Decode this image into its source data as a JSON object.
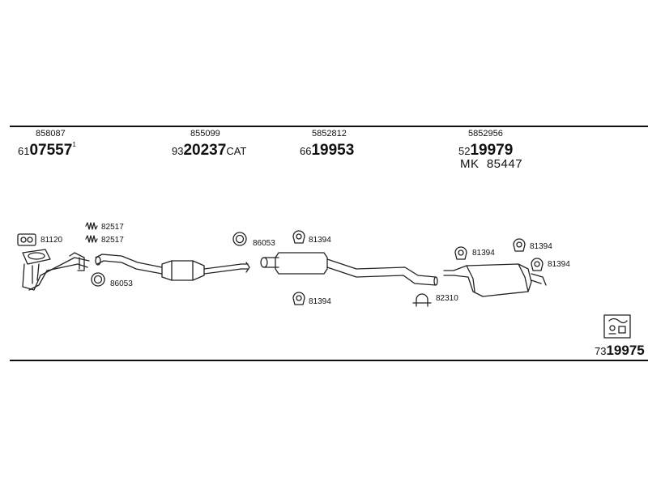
{
  "groups": [
    {
      "oem": "858087",
      "prefix": "61",
      "bold": "07557",
      "sup": "1",
      "suffix": ""
    },
    {
      "oem": "855099",
      "prefix": "93",
      "bold": "20237",
      "sup": "",
      "suffix": "CAT"
    },
    {
      "oem": "5852812",
      "prefix": "66",
      "bold": "19953",
      "sup": "",
      "suffix": ""
    },
    {
      "oem": "5852956",
      "prefix": "52",
      "bold": "19979",
      "sup": "",
      "suffix": ""
    }
  ],
  "mk": {
    "label": "MK",
    "number": "85447"
  },
  "kit": {
    "prefix": "73",
    "bold": "19975"
  },
  "part_numbers": {
    "gasket_manifold": "81120",
    "clamp_1": "82517",
    "clamp_2": "82517",
    "ring_front": "86053",
    "ring_cat": "86053",
    "hanger_mid_top": "81394",
    "hanger_mid_bottom": "81394",
    "clamp_u": "82310",
    "hanger_rear_1": "81394",
    "hanger_rear_2": "81394",
    "hanger_rear_3": "81394"
  },
  "icons": {
    "kit": "mounting-kit-icon"
  }
}
